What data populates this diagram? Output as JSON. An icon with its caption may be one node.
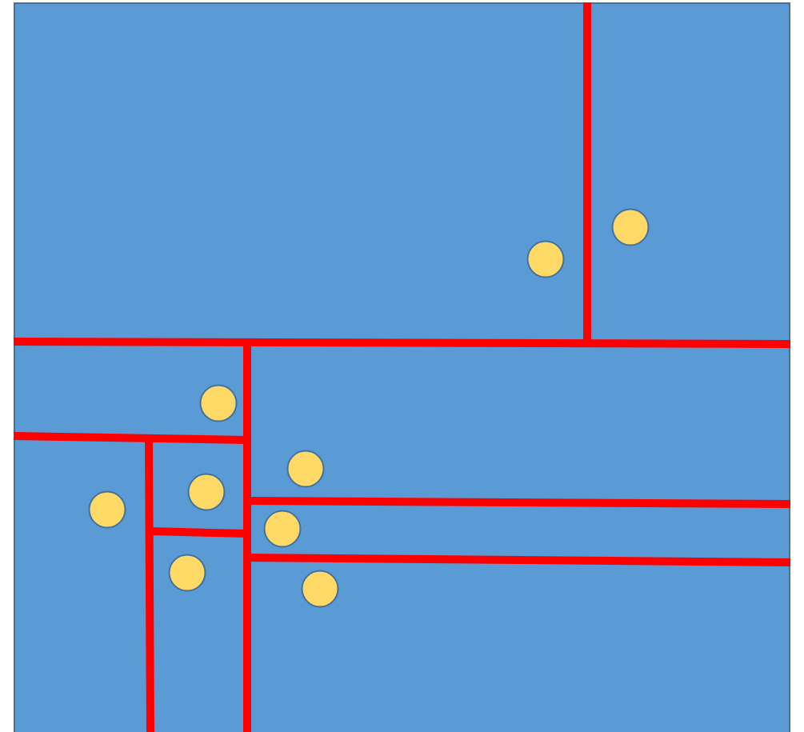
{
  "diagram": {
    "nodes": [
      {
        "text": [],
        "shape": "box"
      },
      {
        "text": [],
        "shape": "circle",
        "in": 0
      },
      {
        "text": [],
        "shape": "circle",
        "in": 0
      },
      {
        "text": [],
        "shape": "circle",
        "in": 0
      },
      {
        "text": [],
        "shape": "circle",
        "in": 0
      },
      {
        "text": [],
        "shape": "circle",
        "in": 0
      },
      {
        "text": [],
        "shape": "circle",
        "in": 0
      },
      {
        "text": [],
        "shape": "circle",
        "in": 0
      },
      {
        "text": [],
        "shape": "circle",
        "in": 0
      },
      {
        "text": [],
        "shape": "circle",
        "in": 0
      }
    ]
  }
}
